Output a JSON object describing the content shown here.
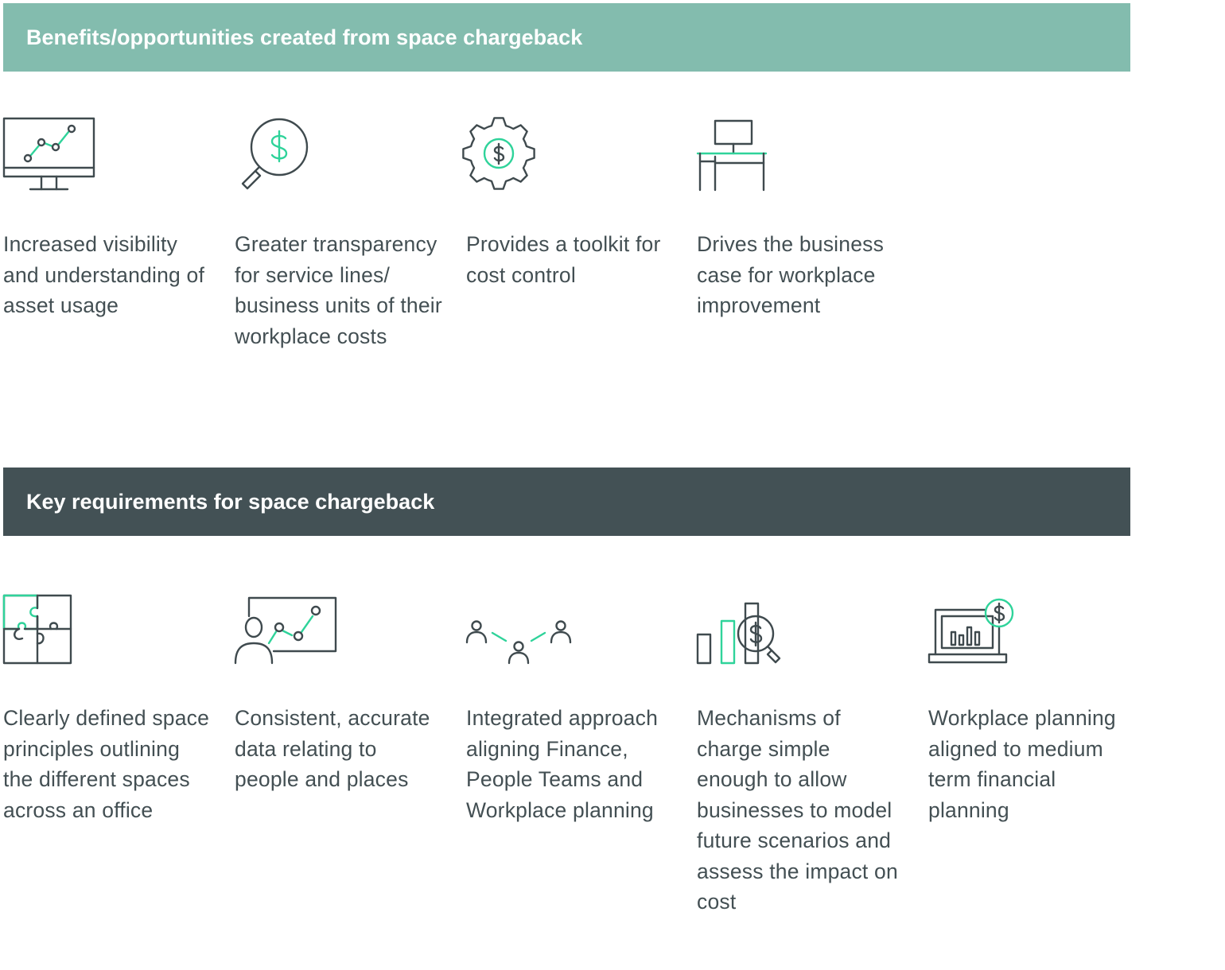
{
  "benefits": {
    "heading": "Benefits/opportunities created from space chargeback",
    "items": [
      {
        "icon": "monitor-line-chart-icon",
        "label": "Increased visibility and understanding of asset usage"
      },
      {
        "icon": "magnifier-dollar-icon",
        "label": "Greater transparency for service lines/ business units of their workplace costs"
      },
      {
        "icon": "gear-dollar-icon",
        "label": "Provides a toolkit for cost control"
      },
      {
        "icon": "desk-computer-icon",
        "label": "Drives the business case for workplace improvement"
      }
    ]
  },
  "requirements": {
    "heading": "Key requirements for space chargeback",
    "items": [
      {
        "icon": "puzzle-icon",
        "label": "Clearly defined space principles outlining the different spaces across an office"
      },
      {
        "icon": "presenter-chart-icon",
        "label": "Consistent, accurate data relating to people and places"
      },
      {
        "icon": "connected-people-icon",
        "label": "Integrated approach aligning Finance, People Teams and Workplace planning"
      },
      {
        "icon": "bar-chart-magnifier-icon",
        "label": "Mechanisms of charge simple enough to allow businesses to model future scenarios and assess the impact on cost"
      },
      {
        "icon": "laptop-chart-dollar-icon",
        "label": "Workplace planning aligned to medium term financial planning"
      }
    ]
  },
  "colors": {
    "accent": "#2fd39a",
    "banner_green": "#83bcae",
    "banner_dark": "#435155",
    "text": "#434f53",
    "stroke": "#3f4a4e"
  }
}
